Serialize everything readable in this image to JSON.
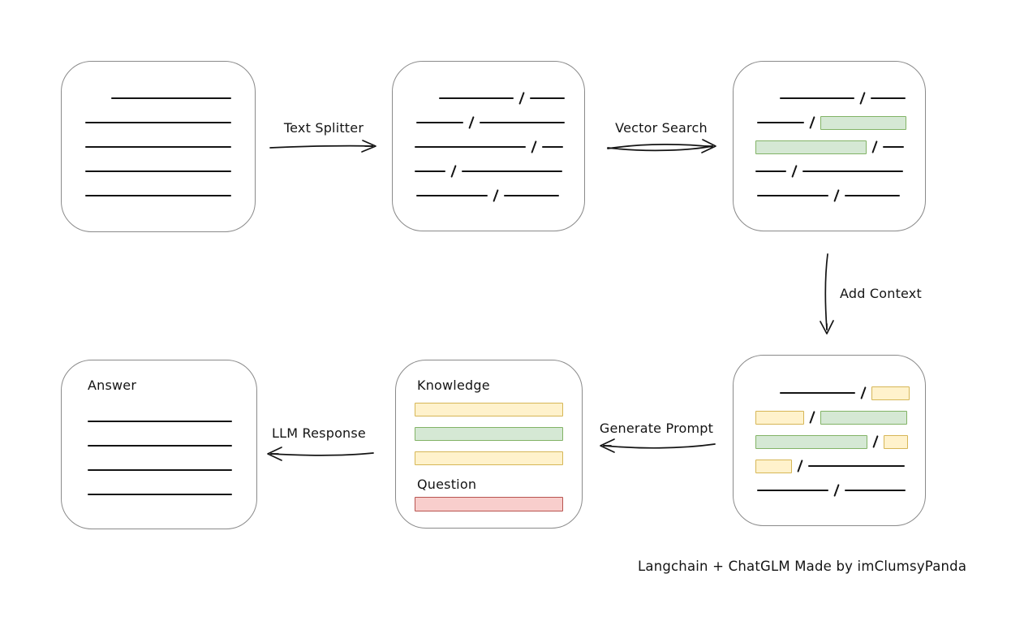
{
  "caption": "Langchain + ChatGLM Made by imClumsyPanda",
  "colors": {
    "green_fill": "#d5e8d4",
    "green_stroke": "#82b366",
    "yellow_fill": "#fff2cc",
    "yellow_stroke": "#d6b656",
    "red_fill": "#f8cecc",
    "red_stroke": "#b85450",
    "box_stroke": "#8a8a8a",
    "line_color": "#141414"
  },
  "arrows": {
    "text_splitter": {
      "label": "Text Splitter"
    },
    "vector_search": {
      "label": "Vector Search"
    },
    "add_context": {
      "label": "Add Context"
    },
    "generate_prompt": {
      "label": "Generate Prompt"
    },
    "llm_response": {
      "label": "LLM Response"
    }
  },
  "boxes": {
    "document": {
      "rows": [
        {
          "indent": 34,
          "segments": [
            {
              "type": "line",
              "w": 148
            }
          ]
        },
        {
          "indent": 2,
          "segments": [
            {
              "type": "line",
              "w": 180
            }
          ]
        },
        {
          "indent": 2,
          "segments": [
            {
              "type": "line",
              "w": 180
            }
          ]
        },
        {
          "indent": 2,
          "segments": [
            {
              "type": "line",
              "w": 180
            }
          ]
        },
        {
          "indent": 2,
          "segments": [
            {
              "type": "line",
              "w": 180
            }
          ]
        }
      ]
    },
    "split_text": {
      "rows": [
        {
          "indent": 30,
          "segments": [
            {
              "type": "line",
              "w": 92
            },
            {
              "type": "slash"
            },
            {
              "type": "line",
              "w": 43
            }
          ]
        },
        {
          "indent": 2,
          "segments": [
            {
              "type": "line",
              "w": 58
            },
            {
              "type": "slash"
            },
            {
              "type": "line",
              "w": 105
            }
          ]
        },
        {
          "indent": 0,
          "segments": [
            {
              "type": "line",
              "w": 137
            },
            {
              "type": "slash"
            },
            {
              "type": "line",
              "w": 26
            }
          ]
        },
        {
          "indent": 0,
          "segments": [
            {
              "type": "line",
              "w": 38
            },
            {
              "type": "slash"
            },
            {
              "type": "line",
              "w": 124
            }
          ]
        },
        {
          "indent": 2,
          "segments": [
            {
              "type": "line",
              "w": 88
            },
            {
              "type": "slash"
            },
            {
              "type": "line",
              "w": 68
            }
          ]
        }
      ]
    },
    "vector_result": {
      "rows": [
        {
          "indent": 30,
          "segments": [
            {
              "type": "line",
              "w": 92
            },
            {
              "type": "slash"
            },
            {
              "type": "line",
              "w": 43
            }
          ]
        },
        {
          "indent": 2,
          "segments": [
            {
              "type": "line",
              "w": 58
            },
            {
              "type": "slash"
            },
            {
              "type": "green",
              "w": 106
            }
          ]
        },
        {
          "indent": 0,
          "segments": [
            {
              "type": "green",
              "w": 137
            },
            {
              "type": "slash"
            },
            {
              "type": "line",
              "w": 26
            }
          ]
        },
        {
          "indent": 0,
          "segments": [
            {
              "type": "line",
              "w": 38
            },
            {
              "type": "slash"
            },
            {
              "type": "line",
              "w": 124
            }
          ]
        },
        {
          "indent": 2,
          "segments": [
            {
              "type": "line",
              "w": 88
            },
            {
              "type": "slash"
            },
            {
              "type": "line",
              "w": 68
            }
          ]
        }
      ]
    },
    "context_result": {
      "rows": [
        {
          "indent": 30,
          "segments": [
            {
              "type": "line",
              "w": 93
            },
            {
              "type": "slash"
            },
            {
              "type": "yellow",
              "w": 47
            }
          ]
        },
        {
          "indent": 0,
          "segments": [
            {
              "type": "yellow",
              "w": 60
            },
            {
              "type": "slash"
            },
            {
              "type": "green",
              "w": 107
            }
          ]
        },
        {
          "indent": 0,
          "segments": [
            {
              "type": "green",
              "w": 138
            },
            {
              "type": "slash"
            },
            {
              "type": "yellow",
              "w": 30
            }
          ]
        },
        {
          "indent": 0,
          "segments": [
            {
              "type": "yellow",
              "w": 45
            },
            {
              "type": "slash"
            },
            {
              "type": "line",
              "w": 119
            }
          ]
        },
        {
          "indent": 2,
          "segments": [
            {
              "type": "line",
              "w": 88
            },
            {
              "type": "slash"
            },
            {
              "type": "line",
              "w": 75
            }
          ]
        }
      ]
    },
    "prompt": {
      "knowledge_label": "Knowledge",
      "question_label": "Question",
      "knowledge_rows": [
        {
          "indent": 0,
          "segments": [
            {
              "type": "yellow",
              "w": 183
            }
          ]
        },
        {
          "indent": 0,
          "segments": [
            {
              "type": "green",
              "w": 183
            }
          ]
        },
        {
          "indent": 0,
          "segments": [
            {
              "type": "yellow",
              "w": 183
            }
          ]
        }
      ],
      "question_rows": [
        {
          "indent": 0,
          "segments": [
            {
              "type": "red",
              "w": 183
            }
          ]
        }
      ]
    },
    "answer": {
      "label": "Answer",
      "rows": [
        {
          "indent": 5,
          "segments": [
            {
              "type": "line",
              "w": 178
            }
          ]
        },
        {
          "indent": 5,
          "segments": [
            {
              "type": "line",
              "w": 178
            }
          ]
        },
        {
          "indent": 5,
          "segments": [
            {
              "type": "line",
              "w": 178
            }
          ]
        },
        {
          "indent": 5,
          "segments": [
            {
              "type": "line",
              "w": 178
            }
          ]
        }
      ]
    }
  }
}
